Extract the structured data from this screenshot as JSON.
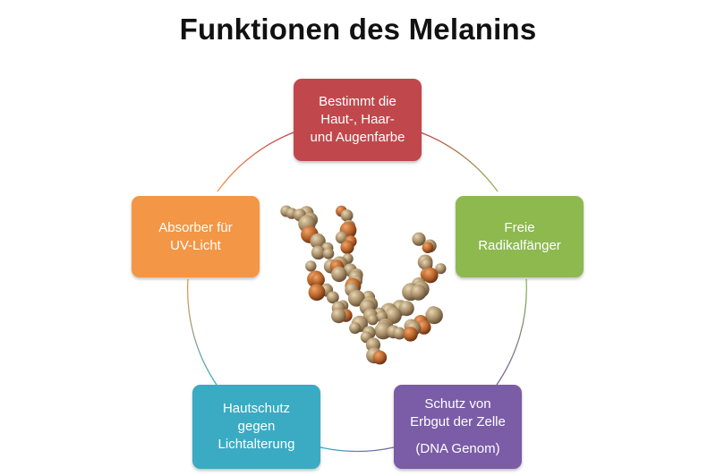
{
  "title": "Funktionen des Melanins",
  "colors": {
    "top": "#c0484c",
    "right": "#8db94f",
    "left": "#f39645",
    "bottom_left": "#3aabc3",
    "bottom_right": "#7b5ca7",
    "molecule_body": "#a08763",
    "molecule_accent": "#b8642a"
  },
  "nodes": {
    "top": {
      "lines": [
        "Bestimmt die",
        "Haut-, Haar-",
        "und Augenfarbe"
      ]
    },
    "right": {
      "lines": [
        "Freie",
        "Radikalfänger"
      ]
    },
    "left": {
      "lines": [
        "Absorber für",
        "UV-Licht"
      ]
    },
    "bottom_left": {
      "lines": [
        "Hautschutz",
        "gegen",
        "Lichtalterung"
      ]
    },
    "bottom_right": {
      "lines": [
        "Schutz von",
        "Erbgut der Zelle",
        "(DNA Genom)"
      ]
    }
  },
  "center_image": {
    "icon": "melanin-molecule-model"
  }
}
